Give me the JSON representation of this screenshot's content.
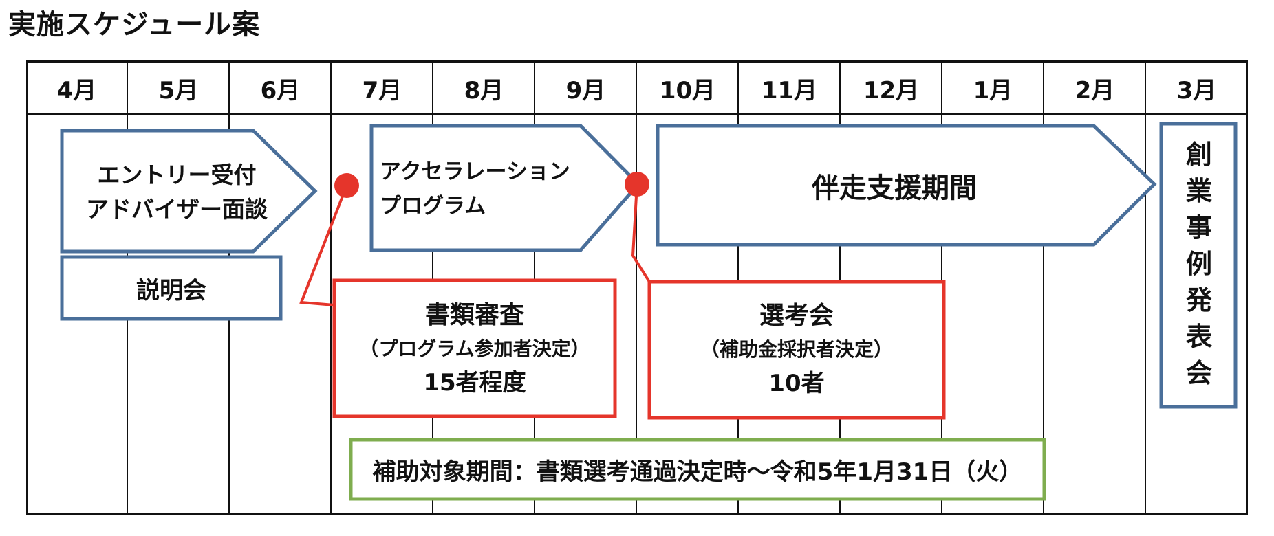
{
  "title": "実施スケジュール案",
  "months": [
    "4月",
    "5月",
    "6月",
    "7月",
    "8月",
    "9月",
    "10月",
    "11月",
    "12月",
    "1月",
    "2月",
    "3月"
  ],
  "phases": {
    "entry": [
      "エントリー受付",
      "アドバイザー面談"
    ],
    "acceleration": [
      "アクセラレーション",
      "プログラム"
    ],
    "support": "伴走支援期間",
    "briefing": "説明会"
  },
  "milestones": {
    "document_review": {
      "title": "書類審査",
      "detail": "（プログラム参加者決定）",
      "count": "15者程度"
    },
    "selection": {
      "title": "選考会",
      "detail": "（補助金採択者決定）",
      "count": "10者"
    }
  },
  "subsidy_period": "補助対象期間：書類選考通過決定時～令和5年1月31日（火）",
  "showcase": [
    "創",
    "業",
    "事",
    "例",
    "発",
    "表",
    "会"
  ],
  "colors": {
    "phase_border": "#4a6f9a",
    "milestone": "#e5352b",
    "subsidy_border": "#7fad4f",
    "grid": "#111111"
  }
}
